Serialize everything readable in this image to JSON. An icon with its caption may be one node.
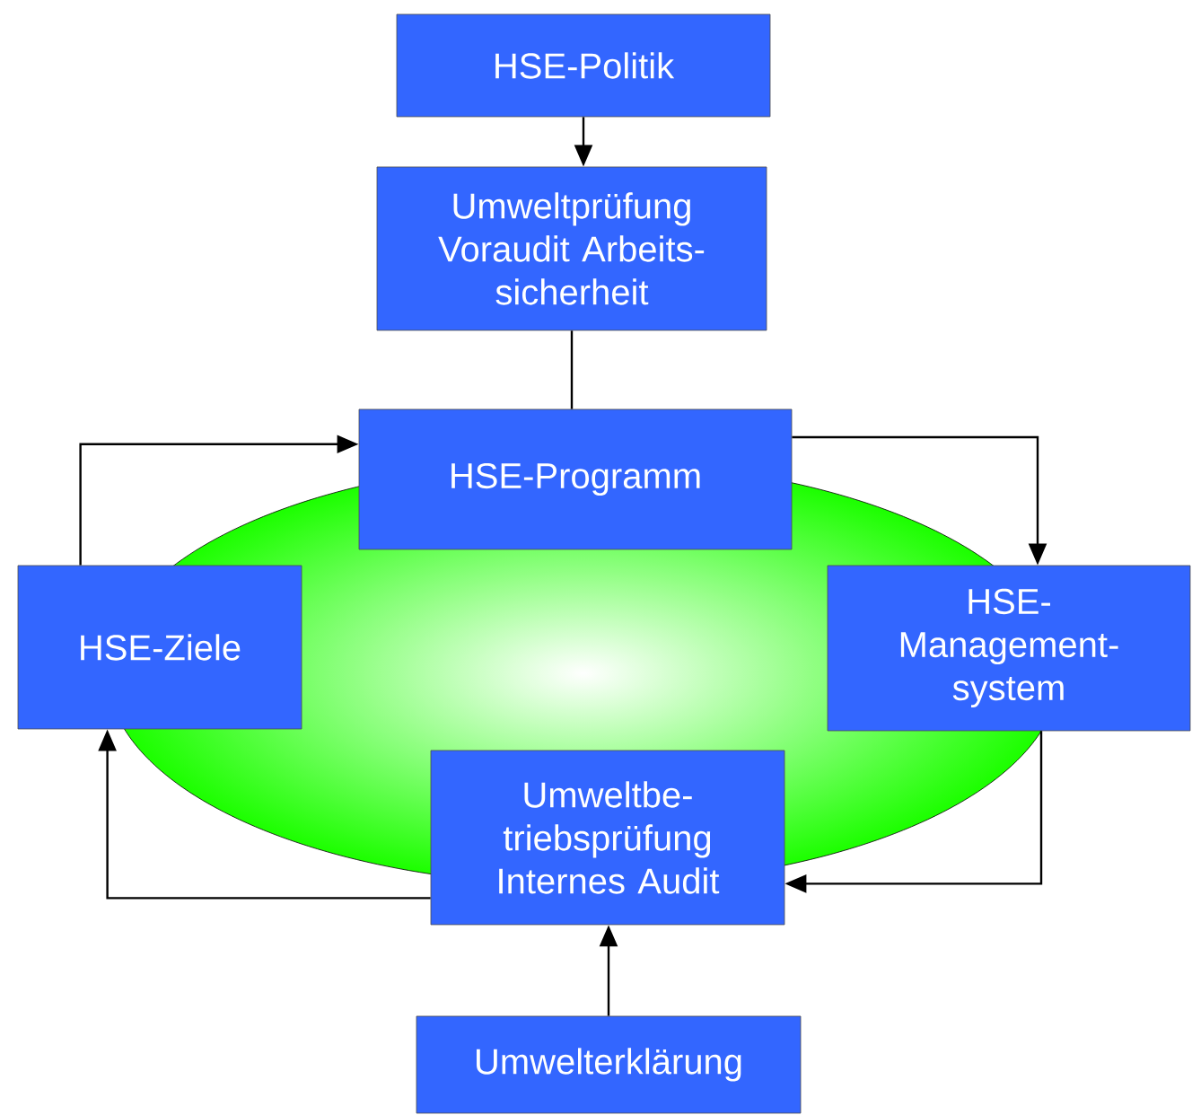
{
  "diagram": {
    "nodes": [
      {
        "text": [
          "HSE-Politik"
        ]
      },
      {
        "text": [
          "Umweltprüfung Voraudit Arbeits- sicherheit"
        ]
      },
      {
        "text": [
          "HSE-Programm"
        ]
      },
      {
        "text": [
          "HSE-Ziele"
        ]
      },
      {
        "text": [
          "HSE- Management- system"
        ]
      },
      {
        "text": [
          "Umweltbe- triebsprüfung Internes Audit"
        ]
      },
      {
        "text": [
          "Umwelterklärung"
        ]
      }
    ],
    "edges": [
      {
        "from": 0,
        "to": 1,
        "arrow": "to"
      },
      {
        "from": 1,
        "to": 2,
        "arrow": "none"
      },
      {
        "from": 3,
        "to": 2,
        "arrow": "to"
      },
      {
        "from": 2,
        "to": 4,
        "arrow": "to"
      },
      {
        "from": 4,
        "to": 5,
        "arrow": "to"
      },
      {
        "from": 5,
        "to": 3,
        "arrow": "to"
      },
      {
        "from": 6,
        "to": 5,
        "arrow": "to"
      }
    ]
  }
}
